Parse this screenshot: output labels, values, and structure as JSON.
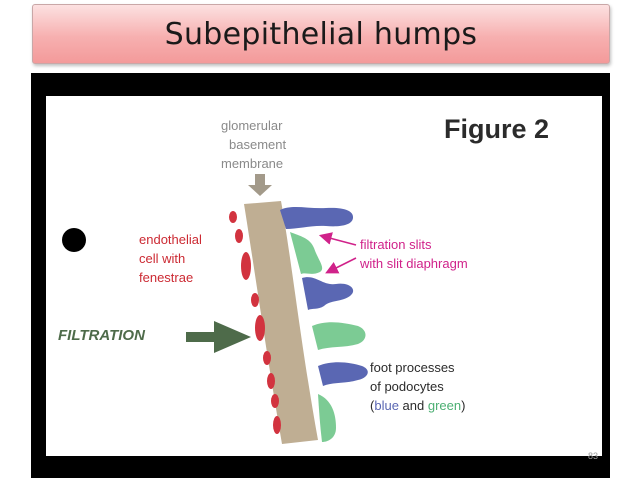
{
  "slide": {
    "title": "Subepithelial humps",
    "page_number": "83"
  },
  "figure": {
    "heading": "Figure 2",
    "labels": {
      "gbm": [
        "glomerular",
        "basement",
        "membrane"
      ],
      "endothelial": [
        "endothelial",
        "cell with",
        "fenestrae"
      ],
      "filtration": "FILTRATION",
      "slits": [
        "filtration slits",
        "with slit diaphragm"
      ],
      "foot": [
        "foot processes",
        "of podocytes"
      ],
      "foot_paren_open": "(",
      "foot_blue": "blue",
      "foot_and": " and ",
      "foot_green": "green",
      "foot_paren_close": ")"
    },
    "colors": {
      "membrane": "#bfae93",
      "endothelial": "#d2333f",
      "podocyte_blue": "#5a67b3",
      "podocyte_green": "#7ccb94",
      "slit_label": "#d0228a",
      "filtration_arrow": "#4e6b4a",
      "gbm_arrow": "#a39a8a",
      "label_red": "#cc2a33",
      "label_dark": "#2b2b2b",
      "label_gray": "#8a8a8a"
    }
  }
}
